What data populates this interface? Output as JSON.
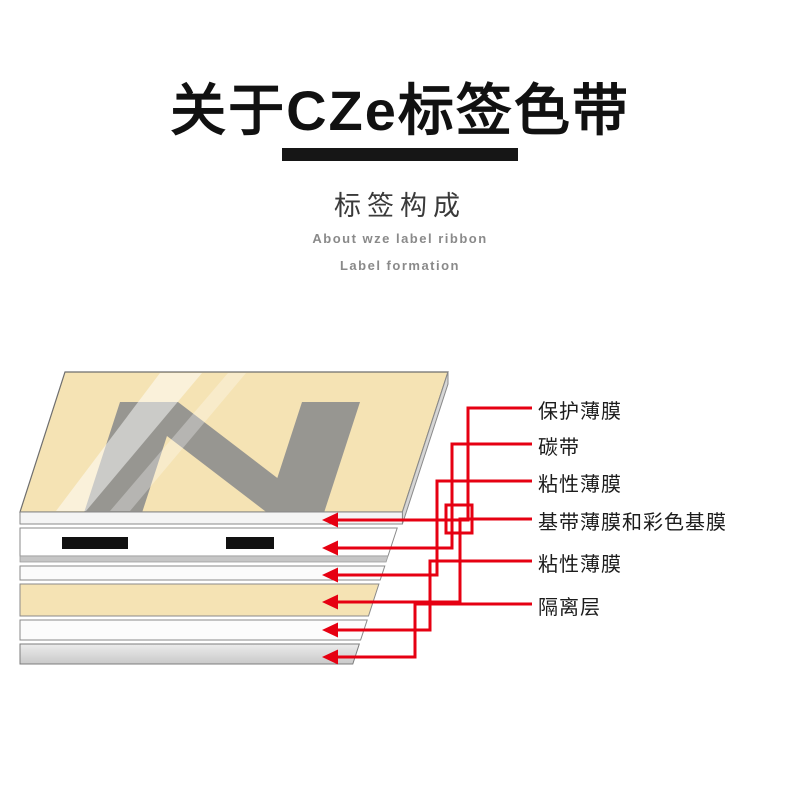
{
  "header": {
    "title": "关于CZe标签色带",
    "subtitle": "标签构成",
    "subtitle_en_line1": "About wze label ribbon",
    "subtitle_en_line2": "Label formation"
  },
  "diagram": {
    "accent_color": "#e60012",
    "tape_color": "#f5e3b4",
    "labels": [
      "保护薄膜",
      "碳带",
      "粘性薄膜",
      "基带薄膜和彩色基膜",
      "粘性薄膜",
      "隔离层"
    ]
  }
}
